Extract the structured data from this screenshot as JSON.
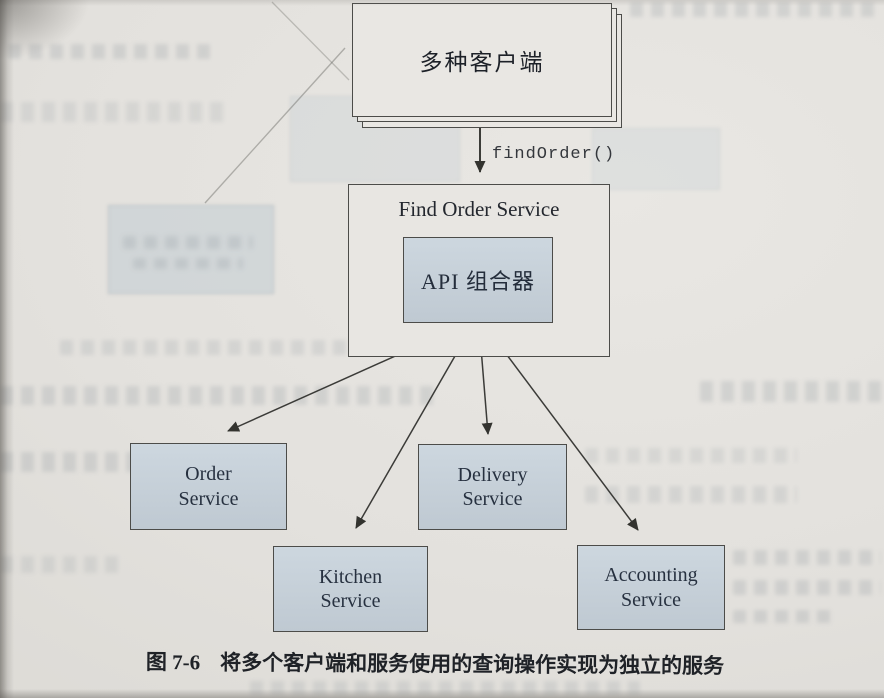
{
  "figure_caption": {
    "label": "图 7-6",
    "text": "将多个客户端和服务使用的查询操作实现为独立的服务"
  },
  "diagram": {
    "clients_box_label": "多种客户端",
    "request_arrow_label": "findOrder()",
    "find_order_service_title": "Find Order Service",
    "api_composer_label": "API 组合器",
    "services": [
      {
        "id": "order",
        "line1": "Order",
        "line2": "Service"
      },
      {
        "id": "delivery",
        "line1": "Delivery",
        "line2": "Service"
      },
      {
        "id": "kitchen",
        "line1": "Kitchen",
        "line2": "Service"
      },
      {
        "id": "accounting",
        "line1": "Accounting",
        "line2": "Service"
      }
    ]
  },
  "colors": {
    "paper": "#e4e2de",
    "service_box_fill": "#c5cfd7",
    "api_composer_fill": "#ccd7df",
    "line": "#3b3b38",
    "text_dark": "#23272e"
  }
}
